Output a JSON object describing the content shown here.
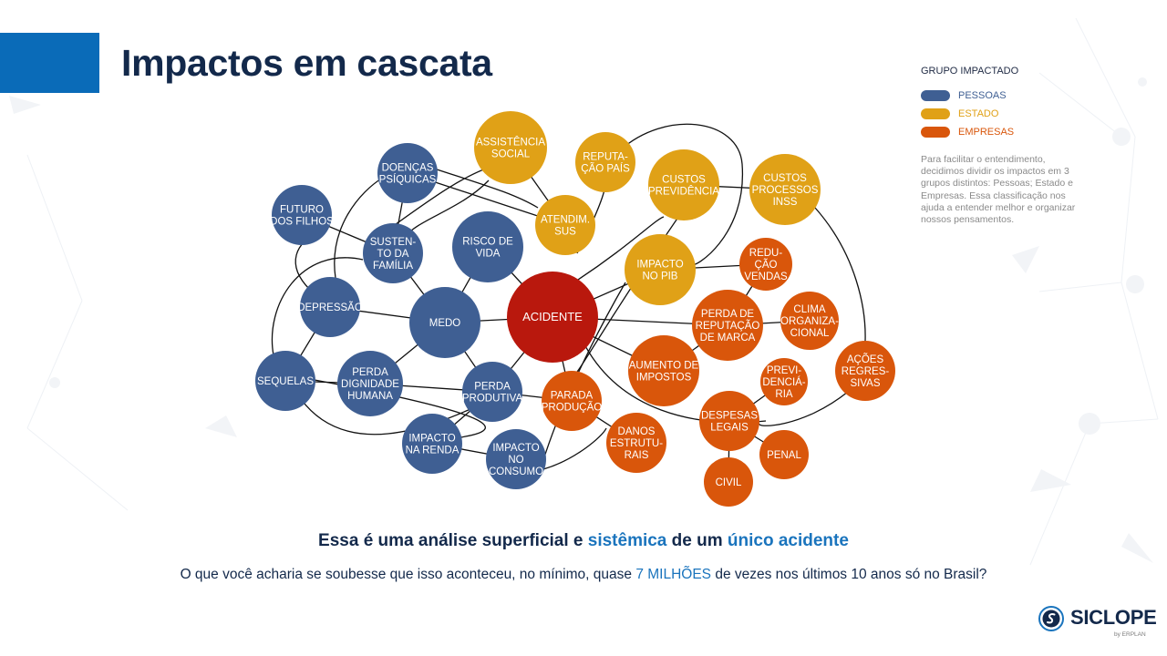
{
  "title": "Impactos em cascata",
  "legend": {
    "title": "GRUPO IMPACTADO",
    "items": [
      {
        "label": "PESSOAS",
        "color": "#3f5f93"
      },
      {
        "label": "ESTADO",
        "color": "#e0a117"
      },
      {
        "label": "EMPRESAS",
        "color": "#d9560b"
      }
    ],
    "description": "Para facilitar o entendimento, decidimos dividir os impactos em 3 grupos distintos: Pessoas; Estado e Empresas. Essa classificação nos ajuda a entender melhor e organizar nossos pensamentos."
  },
  "colors": {
    "central": "#b9180d",
    "pessoas": "#3f5f93",
    "estado": "#e0a117",
    "empresas": "#d9560b",
    "accent": "#1a74bd",
    "navy": "#13294b"
  },
  "nodes": [
    {
      "id": "acidente",
      "group": "central",
      "lines": [
        "ACIDENTE"
      ]
    },
    {
      "id": "medo",
      "group": "pessoas",
      "lines": [
        "MEDO"
      ]
    },
    {
      "id": "risco-de-vida",
      "group": "pessoas",
      "lines": [
        "RISCO DE",
        "VIDA"
      ]
    },
    {
      "id": "sustento-da-familia",
      "group": "pessoas",
      "lines": [
        "SUSTEN-",
        "TO DA",
        "FAMÍLIA"
      ]
    },
    {
      "id": "doencas-psiquicas",
      "group": "pessoas",
      "lines": [
        "DOENÇAS",
        "PSÍQUICAS"
      ]
    },
    {
      "id": "futuro-dos-filhos",
      "group": "pessoas",
      "lines": [
        "FUTURO",
        "DOS FILHOS"
      ]
    },
    {
      "id": "depressao",
      "group": "pessoas",
      "lines": [
        "DEPRESSÃO"
      ]
    },
    {
      "id": "sequelas",
      "group": "pessoas",
      "lines": [
        "SEQUELAS"
      ]
    },
    {
      "id": "perda-dignidade-humana",
      "group": "pessoas",
      "lines": [
        "PERDA",
        "DIGNIDADE",
        "HUMANA"
      ]
    },
    {
      "id": "perda-produtiva",
      "group": "pessoas",
      "lines": [
        "PERDA",
        "PRODUTIVA"
      ]
    },
    {
      "id": "impacto-na-renda",
      "group": "pessoas",
      "lines": [
        "IMPACTO",
        "NA RENDA"
      ]
    },
    {
      "id": "impacto-no-consumo",
      "group": "pessoas",
      "lines": [
        "IMPACTO",
        "NO",
        "CONSUMO"
      ]
    },
    {
      "id": "assistencia-social",
      "group": "estado",
      "lines": [
        "ASSISTÊNCIA",
        "SOCIAL"
      ]
    },
    {
      "id": "reputacao-pais",
      "group": "estado",
      "lines": [
        "REPUTA-",
        "ÇÃO PAÍS"
      ]
    },
    {
      "id": "custos-previdencia",
      "group": "estado",
      "lines": [
        "CUSTOS",
        "PREVIDÊNCIA"
      ]
    },
    {
      "id": "custos-processos-inss",
      "group": "estado",
      "lines": [
        "CUSTOS",
        "PROCESSOS",
        "INSS"
      ]
    },
    {
      "id": "atendim-sus",
      "group": "estado",
      "lines": [
        "ATENDIM.",
        "SUS"
      ]
    },
    {
      "id": "impacto-no-pib",
      "group": "estado",
      "lines": [
        "IMPACTO",
        "NO PIB"
      ]
    },
    {
      "id": "reducao-vendas",
      "group": "empresas",
      "lines": [
        "REDU-",
        "ÇÃO",
        "VENDAS"
      ]
    },
    {
      "id": "perda-de-reputacao-de-marca",
      "group": "empresas",
      "lines": [
        "PERDA DE",
        "REPUTAÇÃO",
        "DE MARCA"
      ]
    },
    {
      "id": "clima-organizacional",
      "group": "empresas",
      "lines": [
        "CLIMA",
        "ORGANIZA-",
        "CIONAL"
      ]
    },
    {
      "id": "acoes-regressivas",
      "group": "empresas",
      "lines": [
        "AÇÕES",
        "REGRES-",
        "SIVAS"
      ]
    },
    {
      "id": "aumento-de-impostos",
      "group": "empresas",
      "lines": [
        "AUMENTO DE",
        "IMPOSTOS"
      ]
    },
    {
      "id": "parada-producao",
      "group": "empresas",
      "lines": [
        "PARADA",
        "PRODUÇÃO"
      ]
    },
    {
      "id": "danos-estruturais",
      "group": "empresas",
      "lines": [
        "DANOS",
        "ESTRUTU-",
        "RAIS"
      ]
    },
    {
      "id": "previdenciaria",
      "group": "empresas",
      "lines": [
        "PREVI-",
        "DENCIÁ-",
        "RIA"
      ]
    },
    {
      "id": "despesas-legais",
      "group": "empresas",
      "lines": [
        "DESPESAS",
        "LEGAIS"
      ]
    },
    {
      "id": "penal",
      "group": "empresas",
      "lines": [
        "PENAL"
      ]
    },
    {
      "id": "civil",
      "group": "empresas",
      "lines": [
        "CIVIL"
      ]
    }
  ],
  "tagline": {
    "part1": "Essa é uma análise superficial e ",
    "highlight1": "sistêmica",
    "part2": " de um ",
    "highlight2": "único acidente"
  },
  "question": {
    "part1": "O que você acharia se soubesse que isso aconteceu, no mínimo, quase ",
    "highlight": "7 MILHÕES",
    "part2": " de vezes nos últimos 10 anos só no Brasil?"
  },
  "logo": {
    "name": "SICLOPE",
    "sub": "by ERPLAN"
  }
}
